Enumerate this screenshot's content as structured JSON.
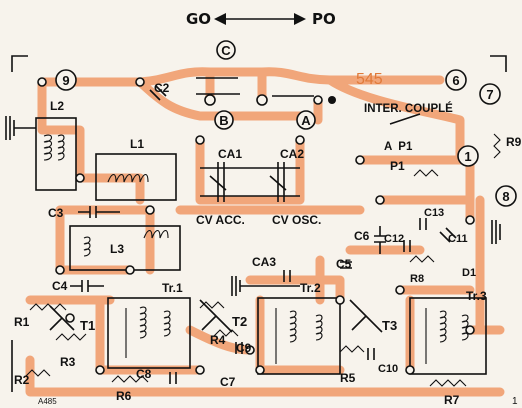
{
  "colors": {
    "board": "#f7f3ec",
    "copper": "#f1a67a",
    "ink": "#111111",
    "brand": "#e07a3a"
  },
  "header": {
    "go": "GO",
    "po": "PO",
    "model": "545",
    "inter_couple": "INTER. COUPLÉ"
  },
  "switches": {
    "c": "C",
    "b": "B",
    "a": "A"
  },
  "terminals": {
    "t9": "9",
    "t6": "6",
    "t7": "7",
    "t1": "1",
    "t8": "8"
  },
  "labels": {
    "l1": "L1",
    "l2": "L2",
    "l3": "L3",
    "c2": "C2",
    "c3": "C3",
    "c4": "C4",
    "c5": "C5",
    "c6": "C6",
    "c7": "C7",
    "c8": "C8",
    "c9": "C9",
    "c10": "C10",
    "c11": "C11",
    "c12": "C12",
    "c13": "C13",
    "ca1": "CA1",
    "ca2": "CA2",
    "ca3": "CA3",
    "cv_acc": "CV ACC.",
    "cv_osc": "CV OSC.",
    "a_p1": "A  P1",
    "p1": "P1",
    "r1": "R1",
    "r2": "R2",
    "r3": "R3",
    "r4": "R4",
    "r5": "R5",
    "r6": "R6",
    "r7": "R7",
    "r8": "R8",
    "r9": "R9",
    "t1_label": "T1",
    "t2_label": "T2",
    "t3_label": "T3",
    "tr1": "Tr.1",
    "tr2": "Tr.2",
    "tr3": "Tr.3",
    "d1": "D1",
    "ref": "A485",
    "edge1": "1"
  }
}
